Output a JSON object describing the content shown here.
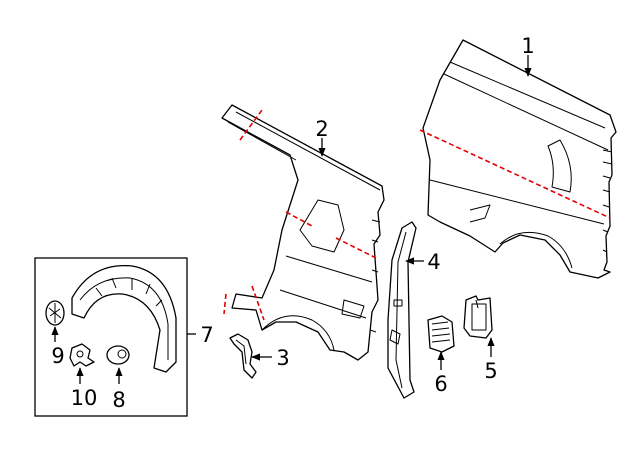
{
  "callouts": [
    {
      "id": "1",
      "label": "1"
    },
    {
      "id": "2",
      "label": "2"
    },
    {
      "id": "3",
      "label": "3"
    },
    {
      "id": "4",
      "label": "4"
    },
    {
      "id": "5",
      "label": "5"
    },
    {
      "id": "6",
      "label": "6"
    },
    {
      "id": "7",
      "label": "7"
    },
    {
      "id": "8",
      "label": "8"
    },
    {
      "id": "9",
      "label": "9"
    },
    {
      "id": "10",
      "label": "10"
    }
  ],
  "colors": {
    "line": "#000000",
    "cut_line": "#e60000",
    "background": "#ffffff"
  },
  "icons": [
    "arrow-icon"
  ]
}
